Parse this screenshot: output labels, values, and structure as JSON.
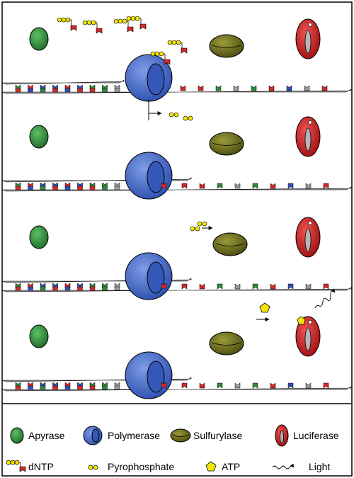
{
  "colors": {
    "apyrase": "#2e8b3a",
    "polymerase": "#4a6fcf",
    "sulfurylase": "#6b6b1e",
    "luciferase": "#d62828",
    "strand": "#9a9a9a",
    "atp": "#f4e400",
    "pyrophosphate": "#f4e400",
    "base_red": "#d62828",
    "base_blue": "#2f4fb5",
    "base_green": "#2e8b3a",
    "base_gray": "#9a9a9a"
  },
  "legend": {
    "apyrase": "Apyrase",
    "polymerase": "Polymerase",
    "sulfurylase": "Sulfurylase",
    "luciferase": "Luciferase",
    "dntp": "dNTP",
    "pyrophosphate": "Pyrophosphate",
    "atp": "ATP",
    "light": "Light"
  },
  "icons": [
    "apyrase-icon",
    "polymerase-icon",
    "sulfurylase-icon",
    "luciferase-icon",
    "dntp-icon",
    "pyrophosphate-icon",
    "atp-icon",
    "light-icon"
  ]
}
